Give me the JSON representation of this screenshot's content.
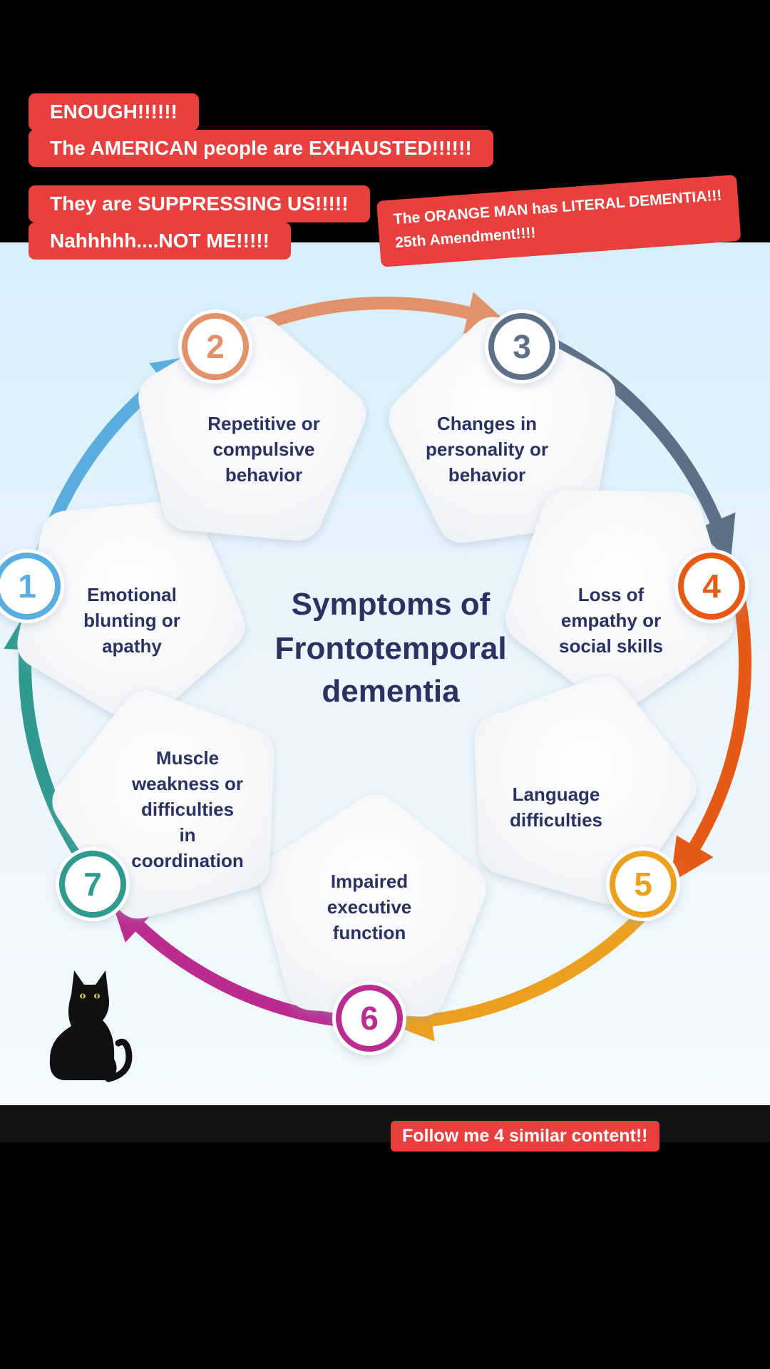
{
  "captions": {
    "line1": "ENOUGH!!!!!!",
    "line2": "The AMERICAN people are EXHAUSTED!!!!!!",
    "line3": "They are SUPPRESSING US!!!!!",
    "line4": "Nahhhhh....NOT ME!!!!!",
    "tilted_line1": "The ORANGE MAN has LITERAL DEMENTIA!!!",
    "tilted_line2": "25th Amendment!!!!",
    "follow": "Follow me 4 similar content!!"
  },
  "diagram": {
    "title_lines": [
      "Symptoms of",
      "Frontotemporal",
      "dementia"
    ],
    "steps": [
      {
        "number": "1",
        "lines": [
          "Emotional",
          "blunting or",
          "apathy"
        ],
        "color": "#5aaedf"
      },
      {
        "number": "2",
        "lines": [
          "Repetitive or",
          "compulsive",
          "behavior"
        ],
        "color": "#e2926a"
      },
      {
        "number": "3",
        "lines": [
          "Changes in",
          "personality or",
          "behavior"
        ],
        "color": "#5d6f86"
      },
      {
        "number": "4",
        "lines": [
          "Loss of",
          "empathy or",
          "social skills"
        ],
        "color": "#e65a16"
      },
      {
        "number": "5",
        "lines": [
          "Language",
          "difficulties"
        ],
        "color": "#eba11f"
      },
      {
        "number": "6",
        "lines": [
          "Impaired",
          "executive",
          "function"
        ],
        "color": "#bb2c8f"
      },
      {
        "number": "7",
        "lines": [
          "Muscle",
          "weakness or",
          "difficulties",
          "in",
          "coordination"
        ],
        "color": "#2f9b8f"
      }
    ],
    "text_color": "#2b3260"
  },
  "icons": {
    "mascot": "black-cat"
  }
}
